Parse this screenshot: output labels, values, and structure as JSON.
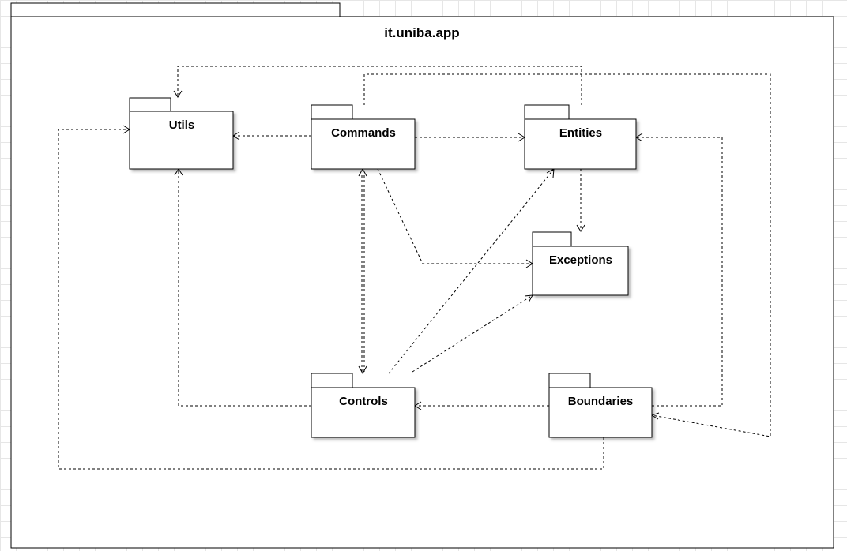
{
  "diagram": {
    "title": "it.uniba.app",
    "packages": {
      "utils": "Utils",
      "commands": "Commands",
      "entities": "Entities",
      "exceptions": "Exceptions",
      "controls": "Controls",
      "boundaries": "Boundaries"
    }
  }
}
